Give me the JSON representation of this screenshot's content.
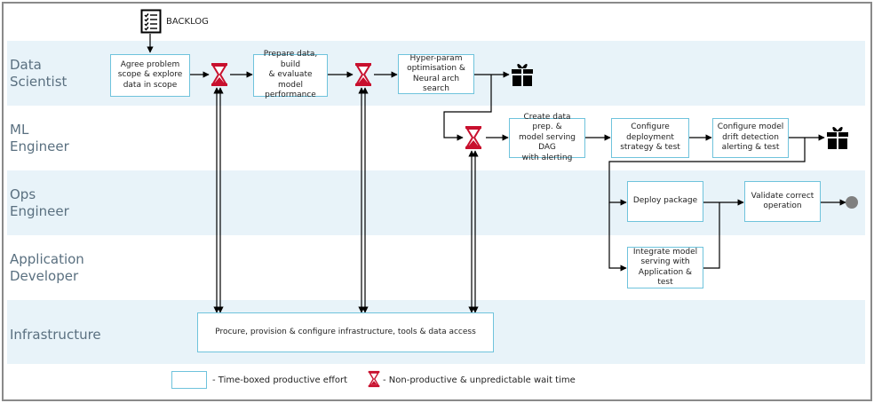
{
  "lanes": {
    "data_scientist": "Data\nScientist",
    "ml_engineer": "ML\nEngineer",
    "ops_engineer": "Ops\nEngineer",
    "app_developer": "Application\nDeveloper",
    "infrastructure": "Infrastructure"
  },
  "backlog": "BACKLOG",
  "steps": {
    "agree_scope": "Agree problem\nscope & explore\ndata in scope",
    "prepare_data": "Prepare data, build\n& evaluate model\nperformance",
    "hyper_param": "Hyper-param\noptimisation &\nNeural arch search",
    "create_dag": "Create data prep. &\nmodel serving DAG\nwith alerting",
    "configure_deployment": "Configure\ndeployment\nstrategy & test",
    "configure_drift": "Configure model\ndrift detection\nalerting & test",
    "deploy_package": "Deploy package",
    "validate": "Validate correct\noperation",
    "integrate": "Integrate model\nserving with\nApplication & test",
    "infra": "Procure, provision & configure infrastructure, tools & data access"
  },
  "legend": {
    "box_text": "- Time-boxed productive effort",
    "wait_text": "- Non-productive & unpredictable wait time"
  },
  "colors": {
    "lane_shade": "#e8f3f9",
    "box_border": "#6fc3dc",
    "hourglass": "#c8102e",
    "end_dot": "#808080"
  }
}
